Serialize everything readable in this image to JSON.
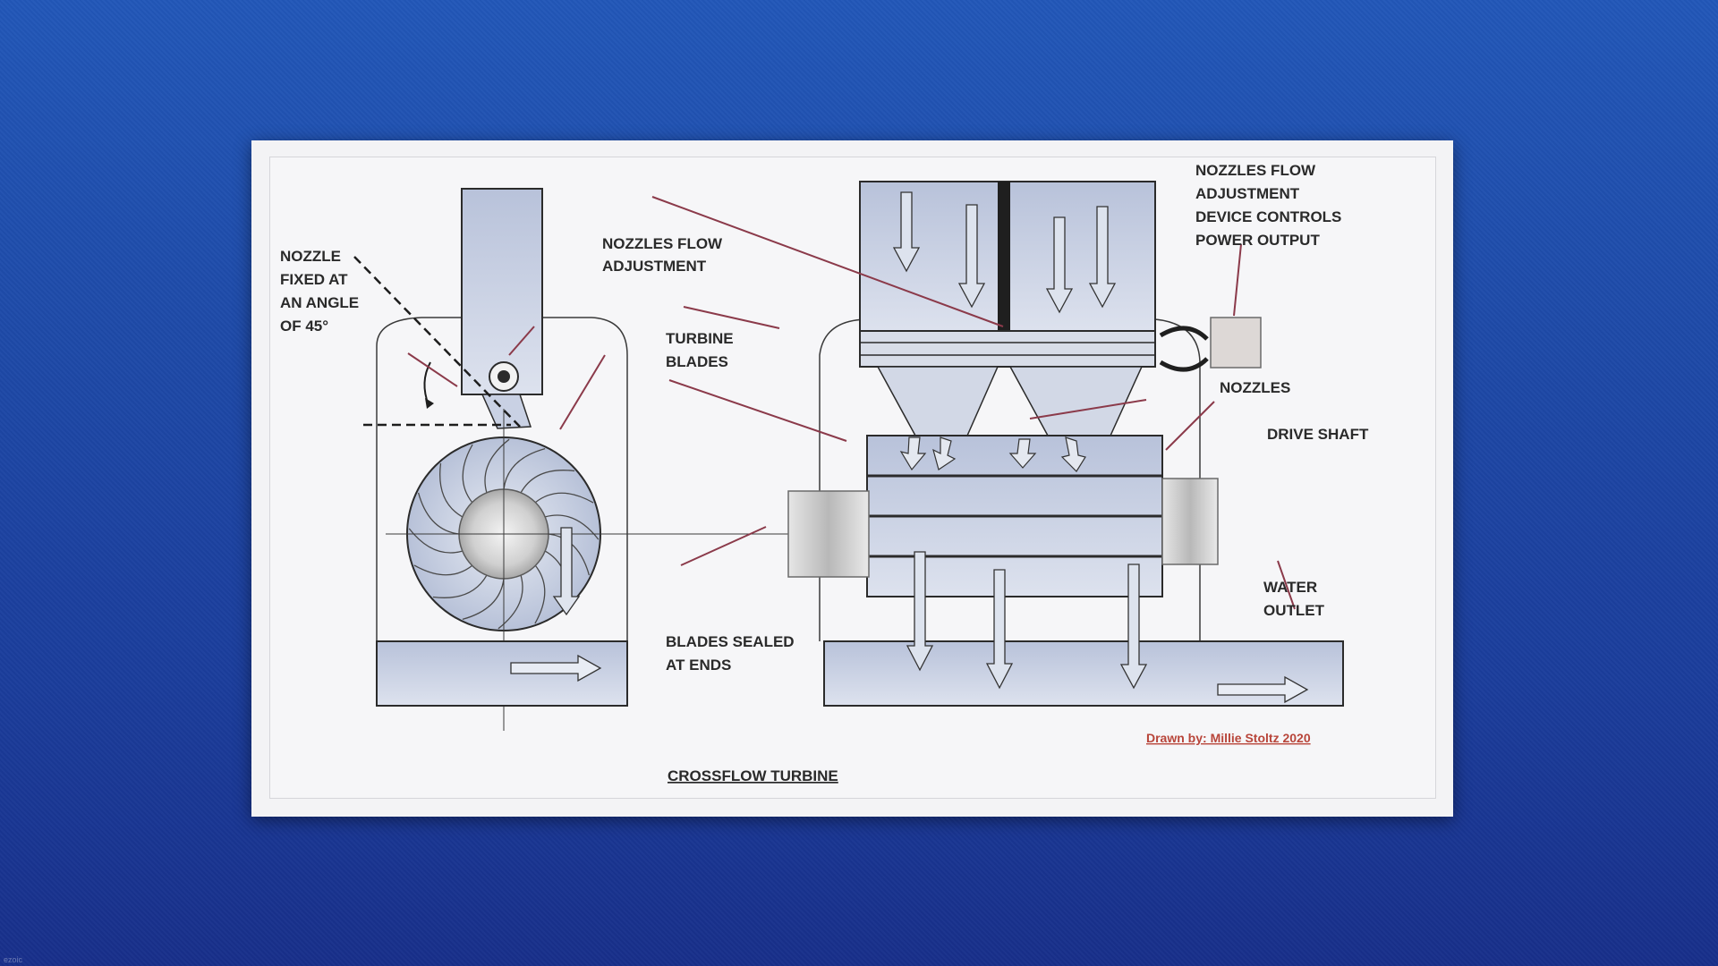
{
  "diagram": {
    "title": "CROSSFLOW TURBINE",
    "credit": "Drawn by: Millie Stoltz 2020",
    "labels": {
      "nozzle_angle": [
        "NOZZLE",
        "FIXED AT",
        "AN ANGLE",
        "OF 45°"
      ],
      "nozzles_flow_adjustment": [
        "NOZZLES FLOW",
        "ADJUSTMENT"
      ],
      "turbine_blades": [
        "TURBINE",
        "BLADES"
      ],
      "blades_sealed": [
        "BLADES SEALED",
        "AT ENDS"
      ],
      "device_controls": [
        "NOZZLES FLOW",
        "ADJUSTMENT",
        "DEVICE CONTROLS",
        "POWER OUTPUT"
      ],
      "nozzles": "NOZZLES",
      "drive_shaft": "DRIVE SHAFT",
      "water_outlet": [
        "WATER",
        "OUTLET"
      ]
    },
    "colors": {
      "box_fill": "#c6cfe2",
      "line": "#2b2b2b",
      "leader": "#8b3a4a",
      "credit": "#b8453a"
    }
  },
  "watermark": "ezoic"
}
